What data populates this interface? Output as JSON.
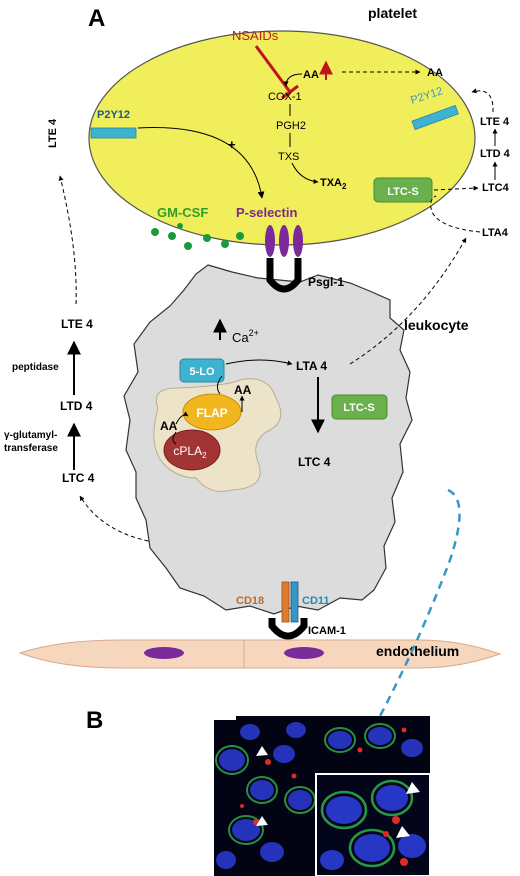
{
  "panel_a": "A",
  "panel_b": "B",
  "cells": {
    "platelet": "platelet",
    "leukocyte": "leukocyte",
    "endothelium": "endothelium"
  },
  "platelet": {
    "nsaids": "NSAIDs",
    "aa_inner": "AA",
    "aa_outer": "AA",
    "cox1": "COX-1",
    "pgh2": "PGH2",
    "txs": "TXS",
    "txa2": "TXA",
    "txa2_sub": "2",
    "p2y12_left": "P2Y12",
    "p2y12_right": "P2Y12",
    "plus": "+",
    "gmcsf": "GM-CSF",
    "pselectin": "P-selectin",
    "ltcs": "LTC-S",
    "lte4": "LTE 4",
    "ltd4": "LTD 4",
    "ltc4": "LTC4",
    "lta4": "LTA4"
  },
  "left": {
    "lte4_vertical": "LTE 4",
    "lte4": "LTE 4",
    "ltd4": "LTD 4",
    "ltc4": "LTC 4",
    "peptidase": "peptidase",
    "gamma1": "γ-glutamyl-",
    "gamma2": "transferase"
  },
  "leukocyte": {
    "psgl1": "Psgl-1",
    "ca": "Ca",
    "ca_sup": "2+",
    "five_lo": "5-LO",
    "aa_top": "AA",
    "aa_left": "AA",
    "flap": "FLAP",
    "cpla2": "cPLA",
    "cpla2_sub": "2",
    "lta4": "LTA 4",
    "ltcs": "LTC-S",
    "ltc4": "LTC 4",
    "cd18": "CD18",
    "cd11": "CD11",
    "icam1": "ICAM-1"
  },
  "colors": {
    "platelet_fill": "#f0ee5a",
    "nsaid_red": "#b22222",
    "p2y12_blue": "#3eb3d1",
    "ltcs_green": "#6ab04c",
    "gmcsf_green": "#2e9e2e",
    "pselectin_purple": "#7a2a8a",
    "leukocyte_fill": "#dcdcdc",
    "flap_orange": "#f2b71e",
    "cpla2_red": "#a23434",
    "cd18_orange": "#e07b2c",
    "cd11_blue": "#3a96c6",
    "endo_fill": "#f6d7bd",
    "nucleus_purple": "#7a2a9a"
  }
}
